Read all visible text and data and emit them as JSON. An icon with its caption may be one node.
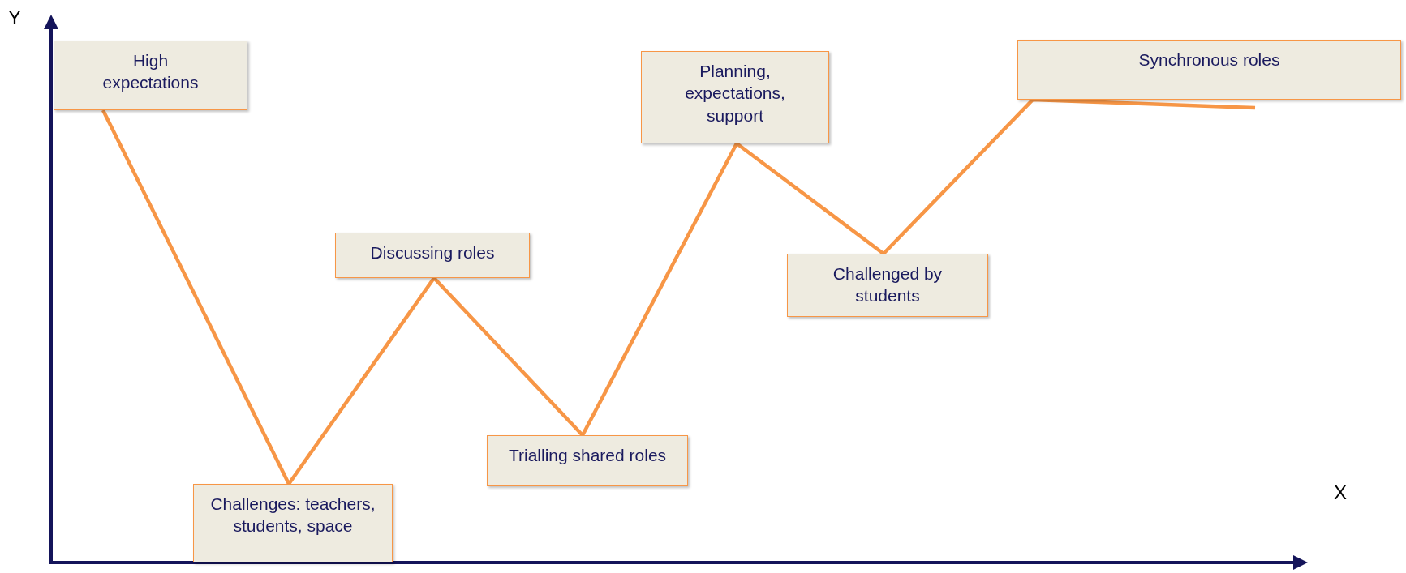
{
  "diagram": {
    "nodes": [
      {
        "text": [
          "High expectations"
        ]
      },
      {
        "text": [
          "Challenges: teachers, students, space"
        ]
      },
      {
        "text": [
          "Discussing roles"
        ]
      },
      {
        "text": [
          "Trialling shared roles"
        ]
      },
      {
        "text": [
          "Planning, expectations, support"
        ]
      },
      {
        "text": [
          "Challenged by students"
        ]
      },
      {
        "text": [
          "Synchronous roles"
        ]
      }
    ],
    "edges": [
      {
        "from": 0,
        "to": 1,
        "arrow": "none"
      },
      {
        "from": 1,
        "to": 2,
        "arrow": "none"
      },
      {
        "from": 2,
        "to": 3,
        "arrow": "none"
      },
      {
        "from": 3,
        "to": 4,
        "arrow": "none"
      },
      {
        "from": 4,
        "to": 5,
        "arrow": "none"
      },
      {
        "from": 5,
        "to": 6,
        "arrow": "none"
      }
    ],
    "labels": [
      "Y",
      "X"
    ]
  }
}
